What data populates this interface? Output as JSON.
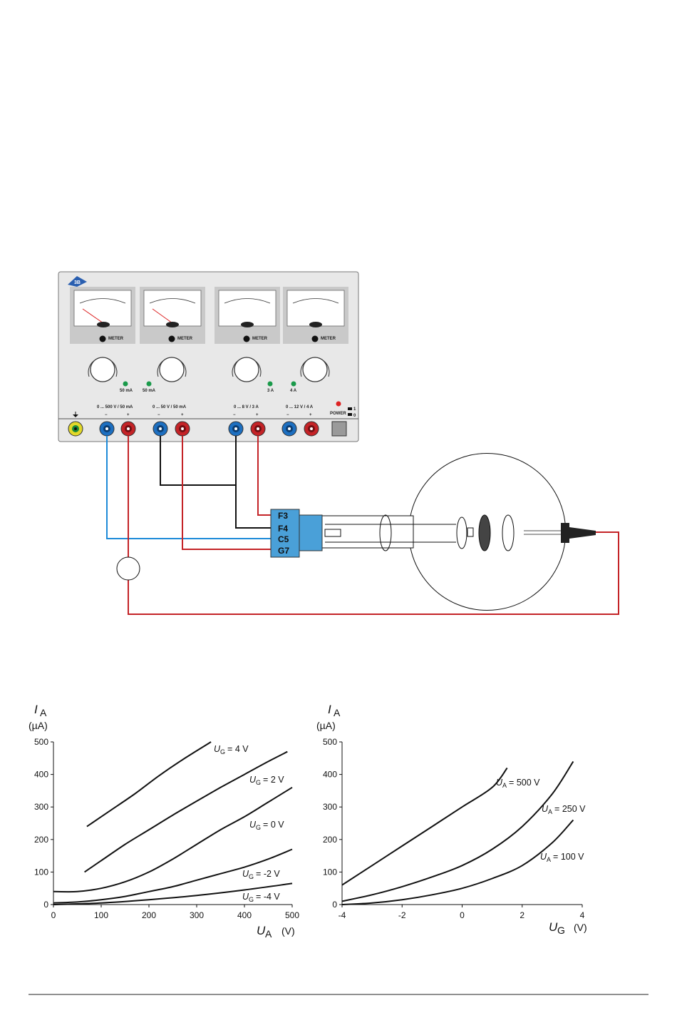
{
  "power_supply": {
    "ranges": [
      "0 ... 500 V / 50 mA",
      "0 ... 50 V / 50 mA",
      "0 ... 8 V / 3 A",
      "0 ... 12 V / 4 A"
    ],
    "indicator_labels": [
      "50 mA",
      "50 mA",
      "3 A",
      "4 A"
    ],
    "meter_button_label": "METER",
    "polarity_minus": "−",
    "polarity_plus": "+",
    "power_label": "POWER",
    "power_states": [
      "1",
      "0"
    ],
    "colors": {
      "blue_socket": "#1d6fc0",
      "red_socket": "#c42327",
      "ground_socket": "#e2d82a",
      "panel": "#e8e8e8"
    }
  },
  "tube": {
    "connector_labels": [
      "F3",
      "F4",
      "C5",
      "G7"
    ],
    "connector_color": "#4aa0d8"
  },
  "chart_data": [
    {
      "type": "line",
      "ylabel_symbol": "I",
      "ylabel_sub": "A",
      "yunit": "(µA)",
      "xlabel_symbol": "U",
      "xlabel_sub": "A",
      "xunit": "(V)",
      "xlim": [
        0,
        500
      ],
      "ylim": [
        0,
        500
      ],
      "xticks": [
        "0",
        "100",
        "200",
        "300",
        "400",
        "500"
      ],
      "yticks": [
        "0",
        "100",
        "200",
        "300",
        "400",
        "500"
      ],
      "series": [
        {
          "name": "U_G = 4 V",
          "label_main": "U",
          "label_sub": "G",
          "label_val": "= 4 V",
          "x": [
            70,
            120,
            170,
            220,
            270,
            330
          ],
          "y": [
            240,
            290,
            340,
            395,
            445,
            500
          ]
        },
        {
          "name": "U_G = 2 V",
          "label_main": "U",
          "label_sub": "G",
          "label_val": "= 2 V",
          "x": [
            65,
            100,
            150,
            200,
            250,
            300,
            350,
            400,
            450,
            490
          ],
          "y": [
            100,
            135,
            185,
            230,
            275,
            318,
            360,
            400,
            440,
            470
          ]
        },
        {
          "name": "U_G = 0 V",
          "label_main": "U",
          "label_sub": "G",
          "label_val": "= 0 V",
          "x": [
            0,
            50,
            100,
            150,
            200,
            250,
            300,
            350,
            400,
            450,
            500
          ],
          "y": [
            40,
            40,
            50,
            70,
            100,
            140,
            185,
            230,
            270,
            315,
            360
          ]
        },
        {
          "name": "U_G = -2 V",
          "label_main": "U",
          "label_sub": "G",
          "label_val": "= -2 V",
          "x": [
            0,
            50,
            100,
            150,
            200,
            250,
            300,
            350,
            400,
            450,
            500
          ],
          "y": [
            5,
            8,
            15,
            25,
            40,
            55,
            75,
            95,
            115,
            140,
            170
          ]
        },
        {
          "name": "U_G = -4 V",
          "label_main": "U",
          "label_sub": "G",
          "label_val": "= -4 V",
          "x": [
            0,
            100,
            200,
            300,
            400,
            500
          ],
          "y": [
            0,
            5,
            15,
            28,
            45,
            65
          ]
        }
      ]
    },
    {
      "type": "line",
      "ylabel_symbol": "I",
      "ylabel_sub": "A",
      "yunit": "(µA)",
      "xlabel_symbol": "U",
      "xlabel_sub": "G",
      "xunit": "(V)",
      "xlim": [
        -4,
        4
      ],
      "ylim": [
        0,
        500
      ],
      "xticks": [
        "-4",
        "-2",
        "0",
        "2",
        "4"
      ],
      "yticks": [
        "0",
        "100",
        "200",
        "300",
        "400",
        "500"
      ],
      "series": [
        {
          "name": "U_A = 500 V",
          "label_main": "U",
          "label_sub": "A",
          "label_val": "= 500 V",
          "x": [
            -4,
            -3,
            -2,
            -1,
            0,
            1,
            1.5
          ],
          "y": [
            60,
            120,
            180,
            240,
            300,
            360,
            420
          ]
        },
        {
          "name": "U_A = 250 V",
          "label_main": "U",
          "label_sub": "A",
          "label_val": "= 250 V",
          "x": [
            -4,
            -3,
            -2,
            -1,
            0,
            1,
            2,
            3,
            3.7
          ],
          "y": [
            10,
            30,
            55,
            85,
            120,
            170,
            240,
            340,
            440
          ]
        },
        {
          "name": "U_A = 100 V",
          "label_main": "U",
          "label_sub": "A",
          "label_val": "= 100 V",
          "x": [
            -4,
            -3,
            -2,
            -1,
            0,
            1,
            2,
            3,
            3.7
          ],
          "y": [
            0,
            5,
            15,
            30,
            50,
            80,
            120,
            190,
            260
          ]
        }
      ]
    }
  ]
}
